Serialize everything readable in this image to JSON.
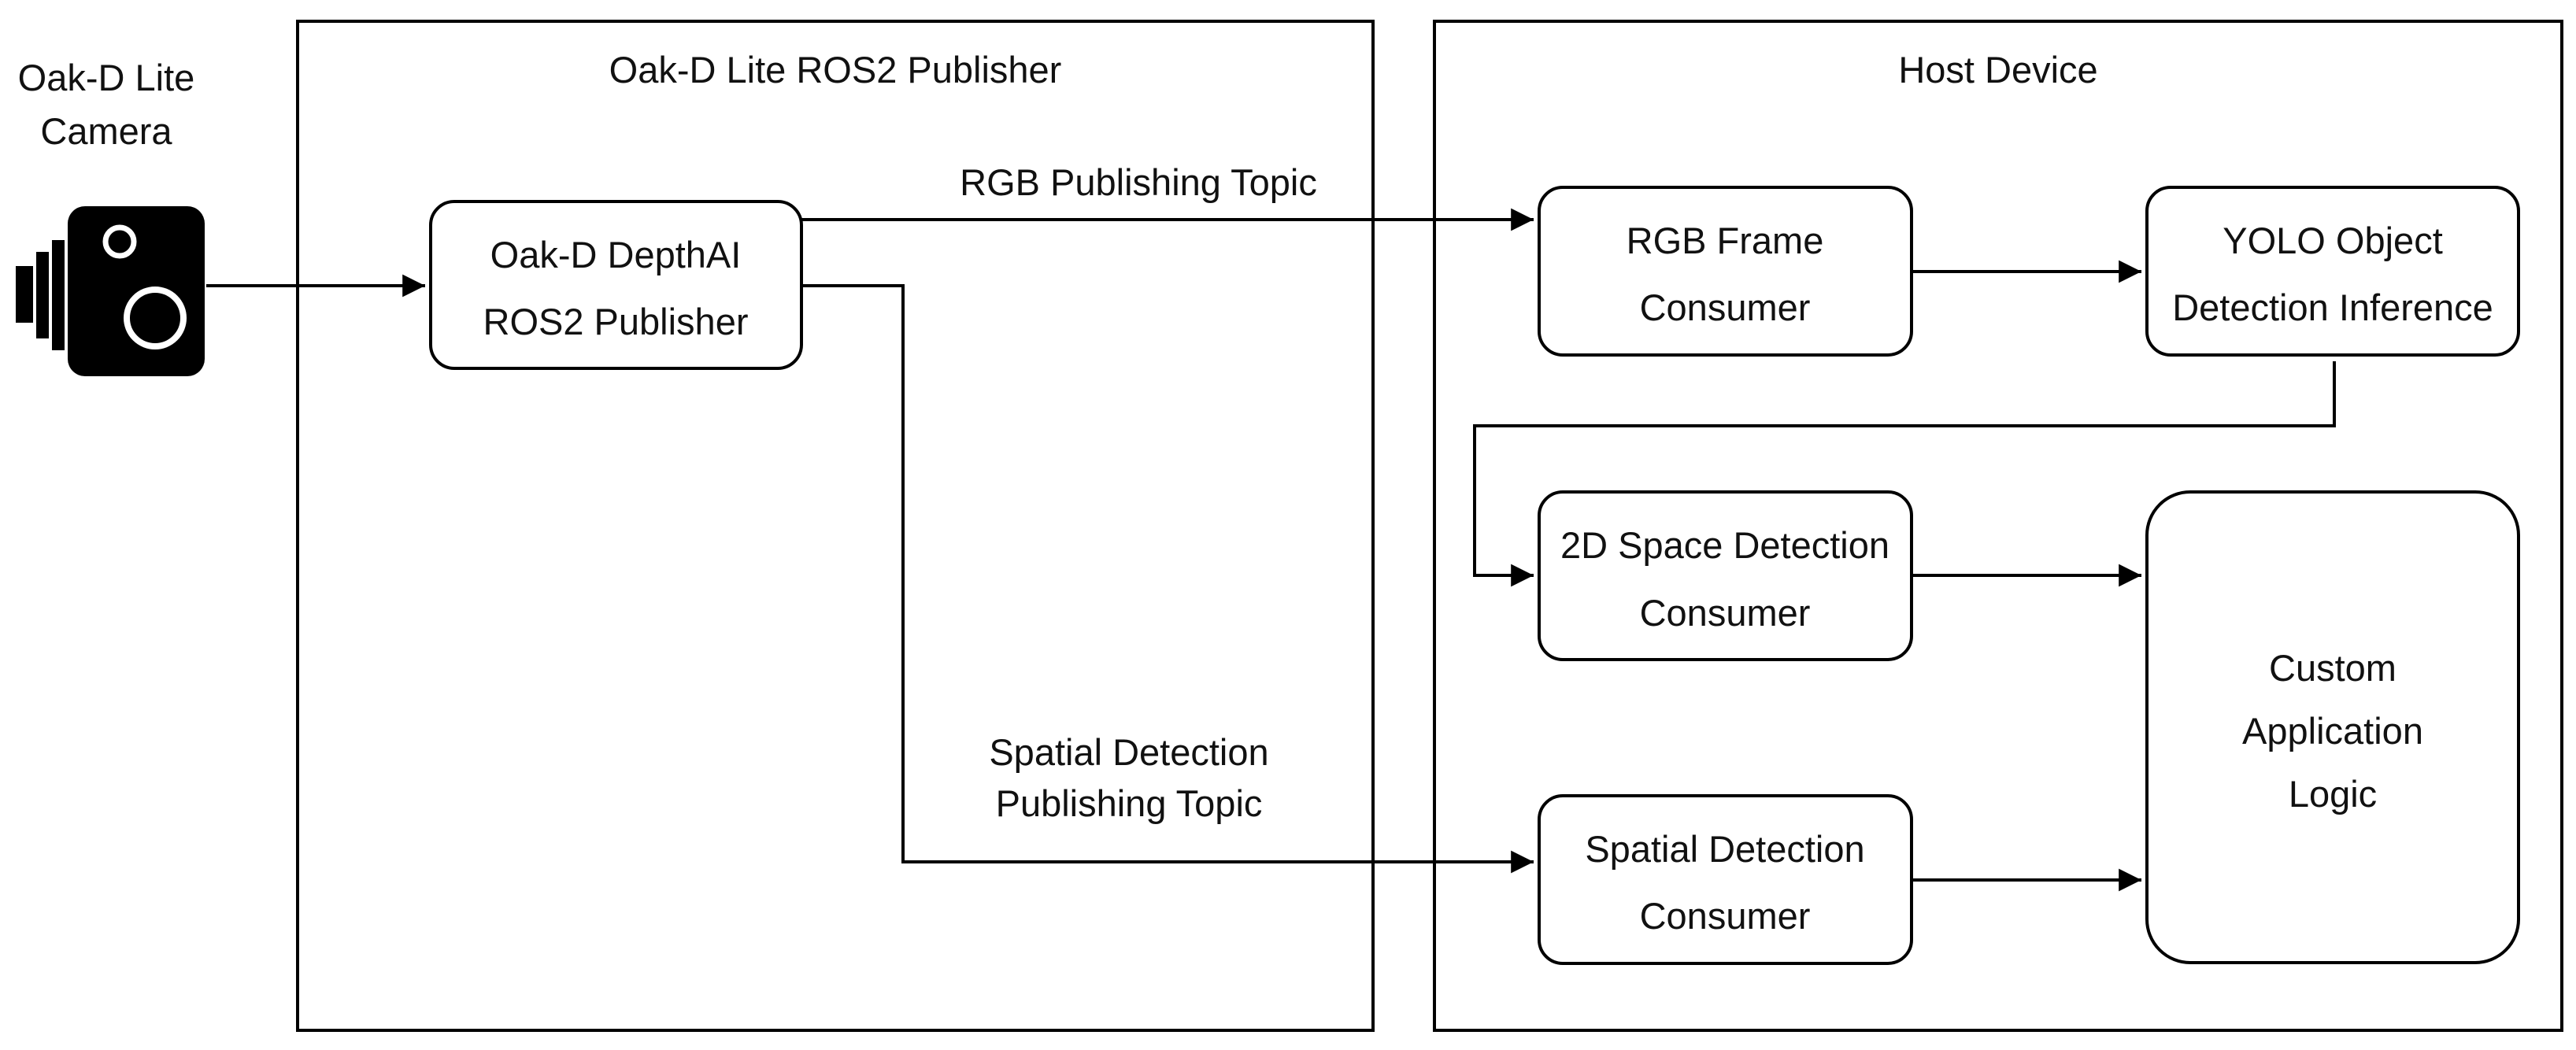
{
  "camera": {
    "label_line1": "Oak-D Lite",
    "label_line2": "Camera",
    "icon": "camera-icon"
  },
  "containers": {
    "publisher": {
      "title": "Oak-D Lite ROS2 Publisher"
    },
    "host": {
      "title": "Host Device"
    }
  },
  "nodes": {
    "depthai": {
      "line1": "Oak-D DepthAI",
      "line2": "ROS2 Publisher"
    },
    "rgb_consumer": {
      "line1": "RGB Frame",
      "line2": "Consumer"
    },
    "yolo": {
      "line1": "YOLO Object",
      "line2": "Detection Inference"
    },
    "space2d": {
      "line1": "2D Space Detection",
      "line2": "Consumer"
    },
    "spatial_consumer": {
      "line1": "Spatial Detection",
      "line2": "Consumer"
    },
    "custom": {
      "line1": "Custom",
      "line2": "Application",
      "line3": "Logic"
    }
  },
  "edges": {
    "rgb_topic": "RGB Publishing Topic",
    "spatial_topic_line1": "Spatial Detection",
    "spatial_topic_line2": "Publishing Topic"
  }
}
